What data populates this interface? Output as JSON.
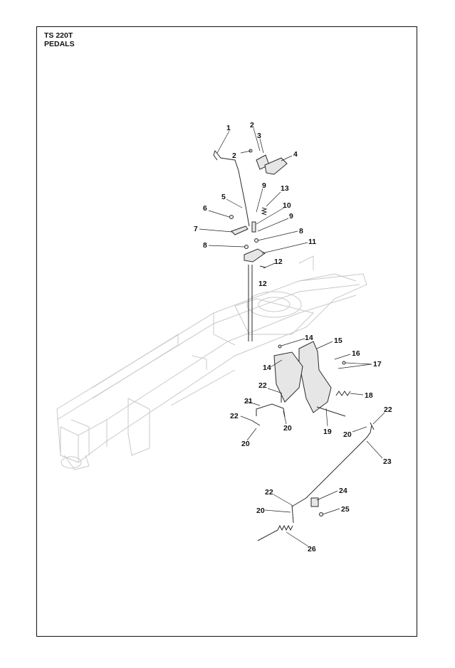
{
  "header": {
    "model": "TS 220T",
    "section": "PEDALS"
  },
  "callouts": [
    "1",
    "2",
    "2",
    "3",
    "4",
    "5",
    "9",
    "13",
    "6",
    "10",
    "9",
    "7",
    "8",
    "8",
    "11",
    "12",
    "12",
    "14",
    "15",
    "16",
    "17",
    "14",
    "22",
    "18",
    "21",
    "22",
    "22",
    "20",
    "19",
    "20",
    "20",
    "23",
    "22",
    "24",
    "20",
    "25",
    "26"
  ]
}
